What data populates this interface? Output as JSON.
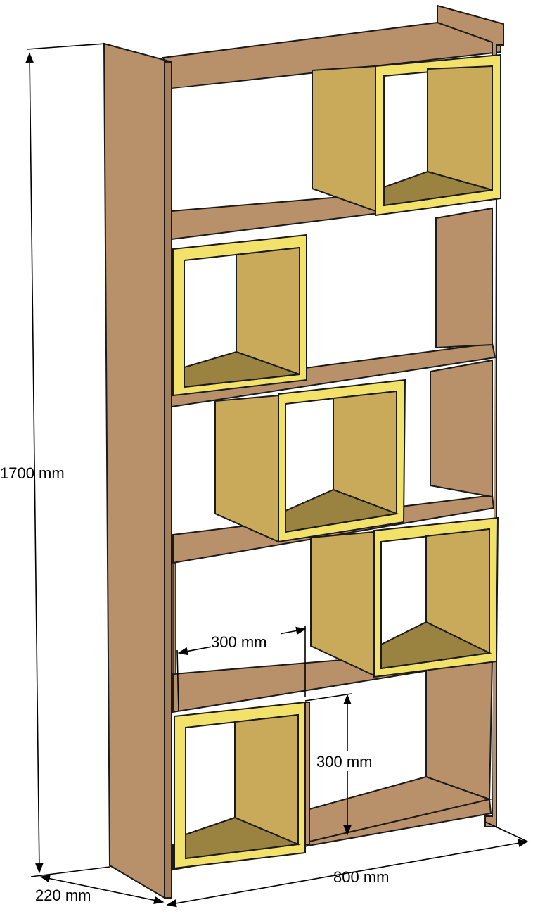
{
  "dimensions": {
    "height": "1700 mm",
    "depth": "220 mm",
    "width": "800 mm",
    "cube_width": "300 mm",
    "cube_height": "300 mm"
  },
  "colors": {
    "wood": "#B8906A",
    "wood_shadow": "#A47F5C",
    "cube_inner": "#C9A95A",
    "cube_floor": "#9A8240",
    "cube_edge": "#F2E26A",
    "outline": "#1a1a1a",
    "background": "#FFFFFF"
  }
}
